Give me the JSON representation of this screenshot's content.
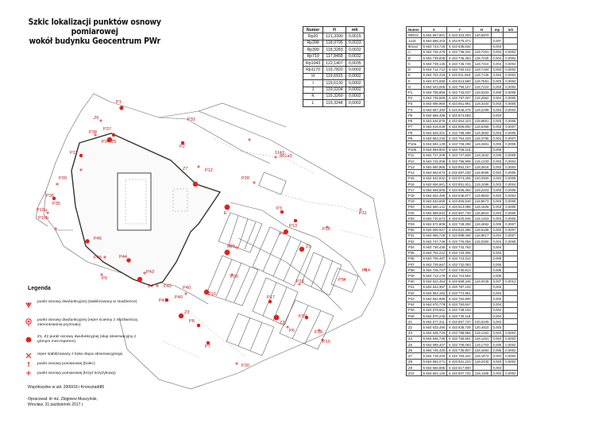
{
  "title": {
    "line1": "Szkic lokalizacji punktów osnowy pomiarowej",
    "line2": "wokół budynku Geocentrum PWr"
  },
  "table_h": {
    "headers": [
      "Numer",
      "H",
      "mh"
    ],
    "rows": [
      [
        "Rp20",
        "121,3390",
        "0,0015"
      ],
      [
        "Rp398",
        "118,9795",
        "0,0033"
      ],
      [
        "Rp399",
        "118,3283",
        "0,0032"
      ],
      [
        "Rp710",
        "117,8458",
        "0,0032"
      ],
      [
        "Rp1043",
        "122,1407",
        "0,0035"
      ],
      [
        "Rp1170",
        "119,7820",
        "0,0002"
      ],
      [
        "H",
        "119,6915",
        "0,0002"
      ],
      [
        "I",
        "119,6130",
        "0,0002"
      ],
      [
        "J",
        "119,3104",
        "0,0002"
      ],
      [
        "K",
        "119,3260",
        "0,0002"
      ],
      [
        "L",
        "119,3248",
        "0,0002"
      ]
    ]
  },
  "table_xyh": {
    "headers": [
      "Numer",
      "X",
      "Y",
      "H",
      "mp",
      "mh"
    ],
    "rows": [
      [
        "WROC",
        "5 664 667,901",
        "6 433 323,203",
        "140,5870",
        "",
        ""
      ],
      [
        "1143",
        "5 663 666,203",
        "6 433 975,371",
        "",
        "0,007",
        ""
      ],
      [
        "801a3",
        "5 663 723,725",
        "6 433 835,632",
        "",
        "0,003",
        ""
      ],
      [
        "A",
        "5 663 726,478",
        "6 433 738,331",
        "119,7261",
        "0,004",
        "0,0002"
      ],
      [
        "B",
        "5 663 738,838",
        "6 433 745,353",
        "119,7225",
        "0,004",
        "0,0002"
      ],
      [
        "C",
        "5 663 739,136",
        "6 433 745,745",
        "119,7310",
        "0,004",
        "0,0002"
      ],
      [
        "D",
        "5 663 712,712",
        "6 433 792,101",
        "119,7194",
        "0,003",
        "0,0002"
      ],
      [
        "E",
        "5 663 701,419",
        "6 433 811,863",
        "119,7135",
        "0,004",
        "0,0002"
      ],
      [
        "F",
        "5 663 673,690",
        "6 433 813,590",
        "119,7551",
        "0,003",
        "0,0002"
      ],
      [
        "G",
        "5 663 643,065",
        "6 433 796,107",
        "119,7224",
        "0,003",
        "0,0002"
      ],
      [
        "P1",
        "5 663 758,856",
        "6 433 743,037",
        "119,0203",
        "0,005",
        "0,0005"
      ],
      [
        "P2",
        "5 663 735,569",
        "6 433 787,407",
        "119,2952",
        "0,004",
        "0,0005"
      ],
      [
        "P3",
        "5 663 696,960",
        "6 433 851,991",
        "119,3334",
        "0,003",
        "0,0005"
      ],
      [
        "P4",
        "5 663 687,382",
        "6 433 846,476",
        "119,2289",
        "0,003",
        "0,0004"
      ],
      [
        "P5",
        "5 663 658,498",
        "6 433 874,583",
        "",
        "0,003",
        ""
      ],
      [
        "P6",
        "5 663 646,876",
        "6 433 854,423",
        "119,8951",
        "0,003",
        "0,0006"
      ],
      [
        "P7",
        "5 663 619,039",
        "6 433 806,800",
        "119,5366",
        "0,003",
        "0,0007"
      ],
      [
        "P8",
        "5 663 628,401",
        "6 433 798,488",
        "119,3582",
        "0,003",
        "0,0005"
      ],
      [
        "P9",
        "5 663 653,240",
        "6 433 754,429",
        "119,3765",
        "0,004",
        "0,0007"
      ],
      [
        "P10a",
        "5 663 694,139",
        "6 433 706,298",
        "119,4681",
        "0,005",
        "0,0006"
      ],
      [
        "P10b",
        "5 663 693,802",
        "6 433 706,115",
        "",
        "0,005",
        ""
      ],
      [
        "P11",
        "5 663 727,208",
        "6 433 727,828",
        "119,1832",
        "0,005",
        "0,0005"
      ],
      [
        "P12",
        "5 663 716,059",
        "6 433 796,909",
        "119,1333",
        "0,003",
        "0,0004"
      ],
      [
        "P13",
        "5 663 690,965",
        "6 433 852,197",
        "119,2818",
        "0,003",
        "0,0004"
      ],
      [
        "P14",
        "5 663 663,673",
        "6 433 887,239",
        "119,9055",
        "0,003",
        "0,0006"
      ],
      [
        "P15",
        "5 663 642,932",
        "6 433 874,255",
        "120,0926",
        "0,003",
        "0,0005"
      ],
      [
        "P16",
        "5 663 656,661",
        "6 433 851,911",
        "119,2486",
        "0,003",
        "0,0004"
      ],
      [
        "P17",
        "5 663 659,505",
        "6 433 835,464",
        "119,2203",
        "0,003",
        "0,0005"
      ],
      [
        "P18",
        "5 663 633,495",
        "6 433 846,877",
        "119,9503",
        "0,003",
        "0,0004"
      ],
      [
        "P19",
        "5 663 633,650",
        "6 433 856,949",
        "119,9673",
        "0,003",
        "0,0006"
      ],
      [
        "P20",
        "5 663 660,141",
        "6 433 813,088",
        "119,1826",
        "0,003",
        "0,0005"
      ],
      [
        "P26",
        "5 663 688,934",
        "6 433 867,739",
        "119,5824",
        "0,003",
        "0,0005"
      ],
      [
        "P28",
        "5 663 710,674",
        "6 433 820,946",
        "119,1453",
        "0,003",
        "0,0005"
      ],
      [
        "P29",
        "5 663 672,809",
        "6 433 728,308",
        "119,4652",
        "0,005",
        "0,0007"
      ],
      [
        "P30",
        "5 663 606,947",
        "6 433 822,486",
        "119,6166",
        "0,003",
        "0,0007"
      ],
      [
        "P31",
        "5 663 696,728",
        "6 433 888,468",
        "118,9617",
        "0,004",
        "0,0007"
      ],
      [
        "P32",
        "5 663 747,749",
        "6 433 775,059",
        "119,0360",
        "0,004",
        "0,0008"
      ],
      [
        "P34",
        "5 663 736,435",
        "6 433 742,762",
        "",
        "0,004",
        ""
      ],
      [
        "P35",
        "5 663 702,212",
        "6 433 723,305",
        "",
        "0,004",
        ""
      ],
      [
        "P36",
        "5 663 706,487",
        "6 433 713,310",
        "",
        "0,005",
        ""
      ],
      [
        "P37",
        "5 663 739,567",
        "6 433 732,093",
        "",
        "0,005",
        ""
      ],
      [
        "P38",
        "5 663 725,727",
        "6 433 730,814",
        "",
        "0,005",
        ""
      ],
      [
        "P39",
        "5 663 713,179",
        "6 433 724,594",
        "",
        "0,005",
        ""
      ],
      [
        "P40",
        "5 663 622,454",
        "6 433 689,345",
        "119,0436",
        "0,007",
        "0,0013"
      ],
      [
        "P41",
        "5 663 644,397",
        "6 433 787,102",
        "",
        "0,003",
        ""
      ],
      [
        "P42",
        "5 663 653,192",
        "6 433 774,951",
        "",
        "0,004",
        ""
      ],
      [
        "P43",
        "5 663 661,986",
        "6 433 762,800",
        "",
        "0,004",
        ""
      ],
      [
        "P44",
        "5 663 670,778",
        "6 433 750,657",
        "",
        "0,004",
        ""
      ],
      [
        "P45",
        "5 663 679,661",
        "6 433 738,103",
        "",
        "0,004",
        ""
      ],
      [
        "P46",
        "5 663 670,236",
        "6 433 740,118",
        "",
        "0,004",
        ""
      ],
      [
        "Z1",
        "5 663 677,311",
        "6 433 857,737",
        "120,5245",
        "0,003",
        ""
      ],
      [
        "Z2",
        "5 663 633,495",
        "6 433 838,728",
        "120,4610",
        "0,003",
        ""
      ],
      [
        "Z3",
        "5 663 635,719",
        "6 433 798,965",
        "119,1252",
        "0,003",
        "0,0002"
      ],
      [
        "Z4",
        "5 663 645,735",
        "6 433 755,591",
        "119,1261",
        "0,004",
        "0,0002"
      ],
      [
        "Z5",
        "5 663 699,407",
        "6 433 709,093",
        "119,1703",
        "0,005",
        "0,0002"
      ],
      [
        "Z6",
        "5 663 746,420",
        "6 433 735,807",
        "119,1684",
        "0,005",
        "0,0002"
      ],
      [
        "Z7",
        "5 663 718,420",
        "6 433 783,342",
        "119,1873",
        "0,004",
        "0,0002"
      ],
      [
        "Z8",
        "5 663 692,271",
        "6 433 831,223",
        "119,2430",
        "0,003",
        "0,0002"
      ],
      [
        "Z9",
        "5 663 668,885",
        "6 433 817,900",
        "",
        "0,003",
        ""
      ],
      [
        "Z10",
        "5 663 651,126",
        "6 433 807,732",
        "119,1189",
        "0,003",
        "0,0002"
      ]
    ]
  },
  "legend": {
    "title": "Legenda",
    "items": [
      {
        "icon": "dual-function-point-icon",
        "text": "punkt osnowy dwufunkcyjnej (stabilizowany w studzience)"
      },
      {
        "icon": "wall-benchmark-icon",
        "text": "punkt osnowy dwufunkcyjnej (reper ścienny z możliwością zamontowania pryzmatu)"
      },
      {
        "icon": "observation-pillar-icon",
        "text": "Z1, Z2 punkt osnowy dwufunkcyjnej (słup obserwacyjny z górnym mini-reperem)"
      },
      {
        "icon": "side-benchmark-icon",
        "text": "reper stabilizowany z boku słupa obserwacyjnego"
      },
      {
        "icon": "peg-point-icon",
        "text": "punkt osnowy pomiarowej (bolec)"
      },
      {
        "icon": "cross-point-icon",
        "text": "punkt osnowy pomiarowej (krzyż krzyżykowy)"
      }
    ]
  },
  "footer": {
    "system": "Współrzędne w ukł. 2000/18 i Kronsztadt86",
    "author_line1": "Opracował: dr inż. Zbigniew Muszyński,",
    "author_line2": "Wrocław, 31 październik 2017 r."
  },
  "plan_labels": [
    "P1",
    "Z6",
    "P37",
    "P38",
    "P34",
    "Z5",
    "P2",
    "P32",
    "P11",
    "P12",
    "Z7",
    "P36",
    "P35",
    "P39",
    "P10a",
    "P10b",
    "P28",
    "1143",
    "801a3",
    "E",
    "P3",
    "P13",
    "P4",
    "P26",
    "P31",
    "P45",
    "P46",
    "P44",
    "P43",
    "P42",
    "P41",
    "P9",
    "P29",
    "F",
    "P20",
    "Z1",
    "P14",
    "P5",
    "P16",
    "P17",
    "P6",
    "P15",
    "Z10",
    "Z3",
    "P8",
    "P7",
    "P30",
    "P19",
    "P18",
    "Z2",
    "P40",
    "P40",
    "Z4"
  ],
  "colors": {
    "point": "#e0201c",
    "building": "#555555",
    "text": "#111111"
  }
}
